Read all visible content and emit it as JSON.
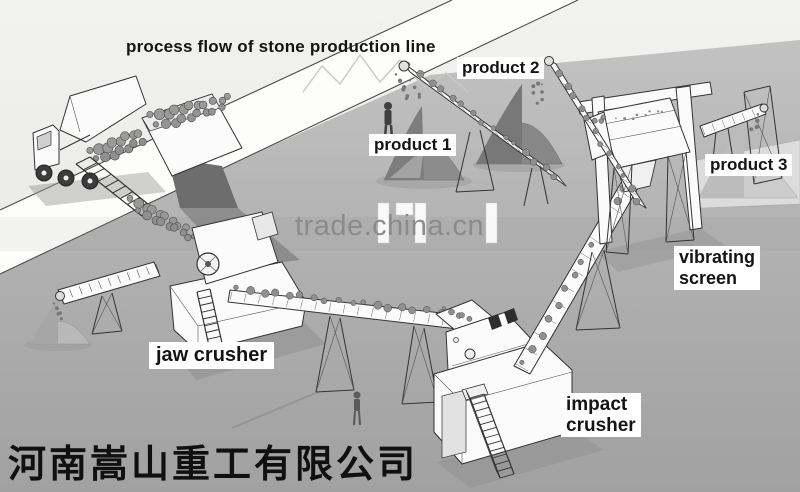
{
  "title": "process flow of stone production line",
  "labels": {
    "product_1": "product 1",
    "product_2": "product 2",
    "product_3": "product 3",
    "jaw_crusher": "jaw crusher",
    "impact_crusher_l1": "impact",
    "impact_crusher_l2": "crusher",
    "vibrating_screen_l1": "vibrating",
    "vibrating_screen_l2": "screen"
  },
  "watermark": {
    "text": "trade.china.cn"
  },
  "company": {
    "name": "河南嵩山重工有限公司"
  },
  "colors": {
    "background_top": "#f2f2f0",
    "ground": "#adadad",
    "white_band": "#fdfdfc",
    "label_text": "#141414",
    "label_background": "#ffffff",
    "watermark_text": "#8b8b8b",
    "stockpile_dark": "#878787",
    "stockpile_light": "#cccccc"
  }
}
